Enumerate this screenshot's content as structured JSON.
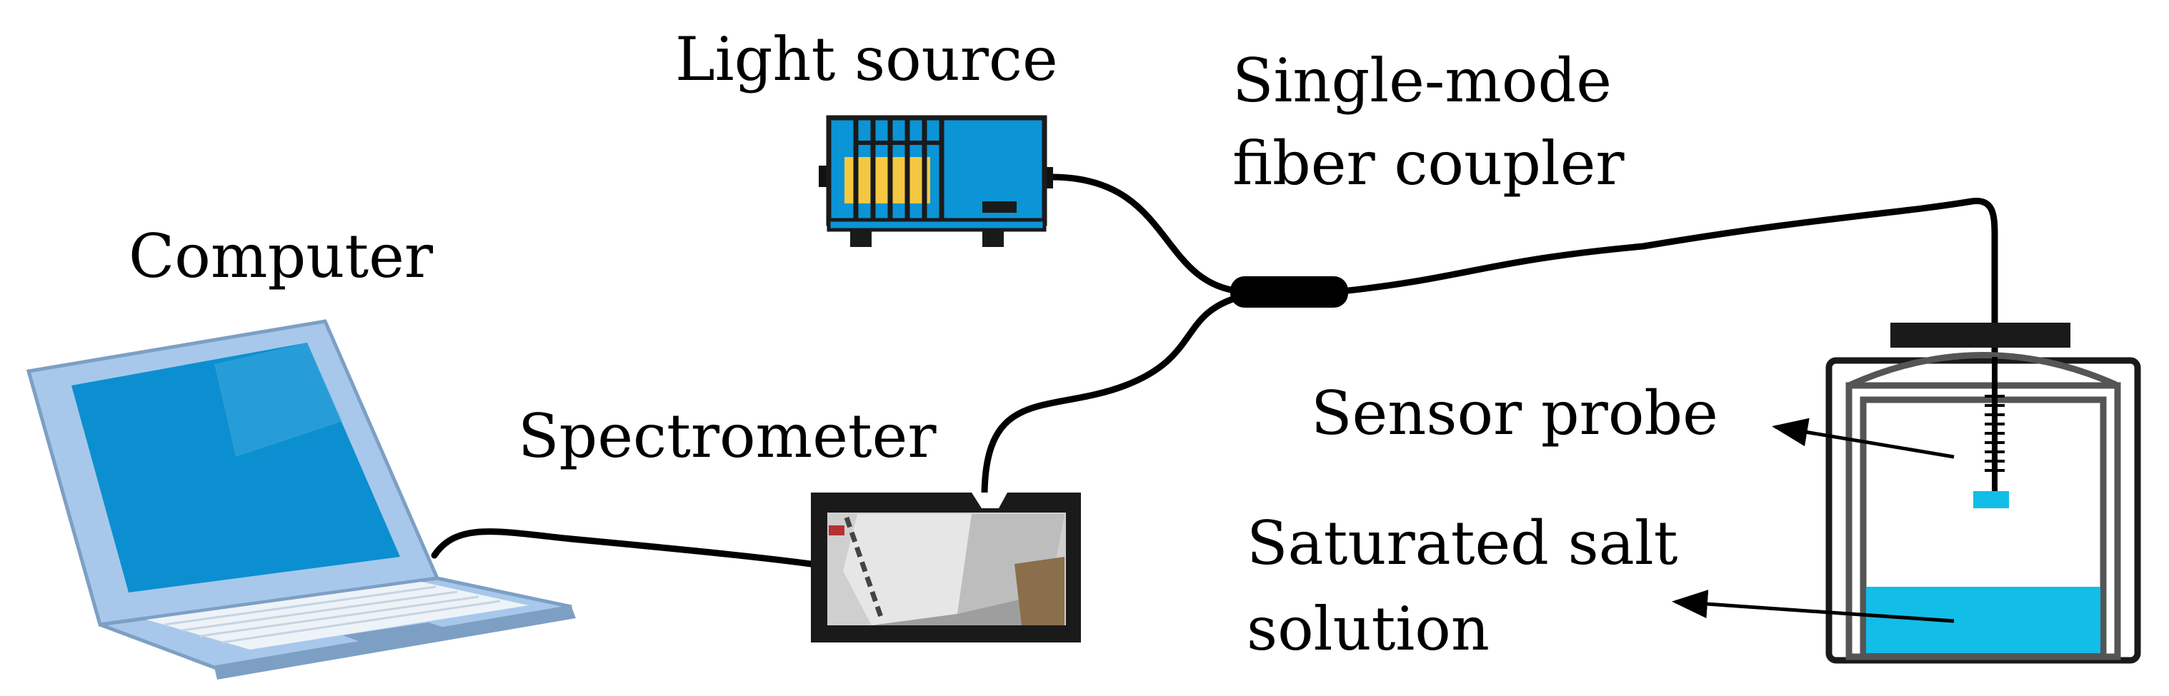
{
  "labels": {
    "light_source": "Light source",
    "coupler_line1": "Single-mode",
    "coupler_line2": "fiber coupler",
    "computer": "Computer",
    "spectrometer": "Spectrometer",
    "sensor_probe": "Sensor probe",
    "salt_line1": "Saturated salt",
    "salt_line2": "solution"
  },
  "colors": {
    "device_blue": "#0b94d6",
    "laptop_body": "#a7c8ea",
    "laptop_screen": "#0b8fd0",
    "keyboard": "#eef3f8",
    "fiber": "#000000",
    "solution": "#12bde8",
    "lamp": "#f5c842"
  }
}
